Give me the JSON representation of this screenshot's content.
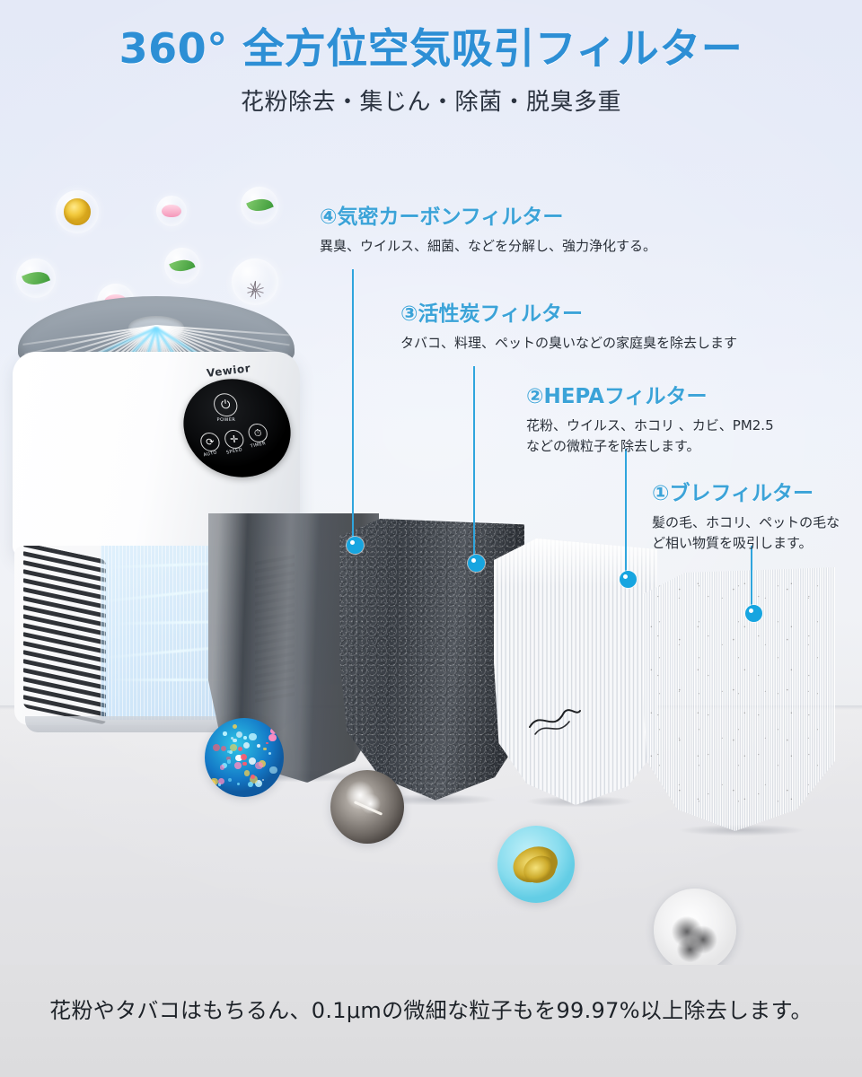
{
  "header": {
    "title_degree": "360°",
    "title_main": "全方位空気吸引フィルター",
    "subtitle": "花粉除去・集じん・除菌・脱臭多重"
  },
  "device": {
    "brand": "Vewior",
    "buttons": [
      {
        "name": "power",
        "label": "POWER",
        "glyph": "⏻"
      },
      {
        "name": "auto",
        "label": "AUTO",
        "glyph": "⟳"
      },
      {
        "name": "speed",
        "label": "SPEED",
        "glyph": "✛"
      },
      {
        "name": "timer",
        "label": "TIMER",
        "glyph": "⏱"
      }
    ]
  },
  "callouts": [
    {
      "id": "carbon",
      "title": "④気密カーボンフィルター",
      "desc": "異臭、ウイルス、細菌、などを分解し、強力浄化する。"
    },
    {
      "id": "activated-carbon",
      "title": "③活性炭フィルター",
      "desc": "タバコ、料理、ペットの臭いなどの家庭臭を除去します"
    },
    {
      "id": "hepa",
      "title": "②HEPAフィルター",
      "desc": "花粉、ウイルス、ホコリ 、カビ、PM2.5\nなどの微粒子を除去します。"
    },
    {
      "id": "pre-filter",
      "title": "①ブレフィルター",
      "desc": "髪の毛、ホコリ、ペットの毛な\nど相い物質を吸引します。"
    }
  ],
  "footer": {
    "note": "花粉やタバコはもちるん、0.1μmの微細な粒子もを99.97%以上除去します。"
  },
  "colors": {
    "heading_blue": "#2d8fd5",
    "callout_blue": "#3ba3d8",
    "leader_blue": "#2fa5dd",
    "dot_blue": "#17a5e0",
    "body_text": "#2a3039",
    "bg_top": "#e4e9f7",
    "bg_bottom": "#e0e0e2"
  },
  "icons": {
    "floating": [
      {
        "name": "pollen-grain-icon"
      },
      {
        "name": "petal-icon"
      },
      {
        "name": "leaf-icon"
      },
      {
        "name": "leaf-icon"
      },
      {
        "name": "leaf-icon"
      },
      {
        "name": "petal-icon"
      },
      {
        "name": "dandelion-icon"
      }
    ],
    "photo_bubbles": [
      {
        "name": "bacteria-virus-icon"
      },
      {
        "name": "cigarette-smoke-icon"
      },
      {
        "name": "pollen-flower-icon"
      },
      {
        "name": "dust-cloud-icon"
      }
    ]
  }
}
